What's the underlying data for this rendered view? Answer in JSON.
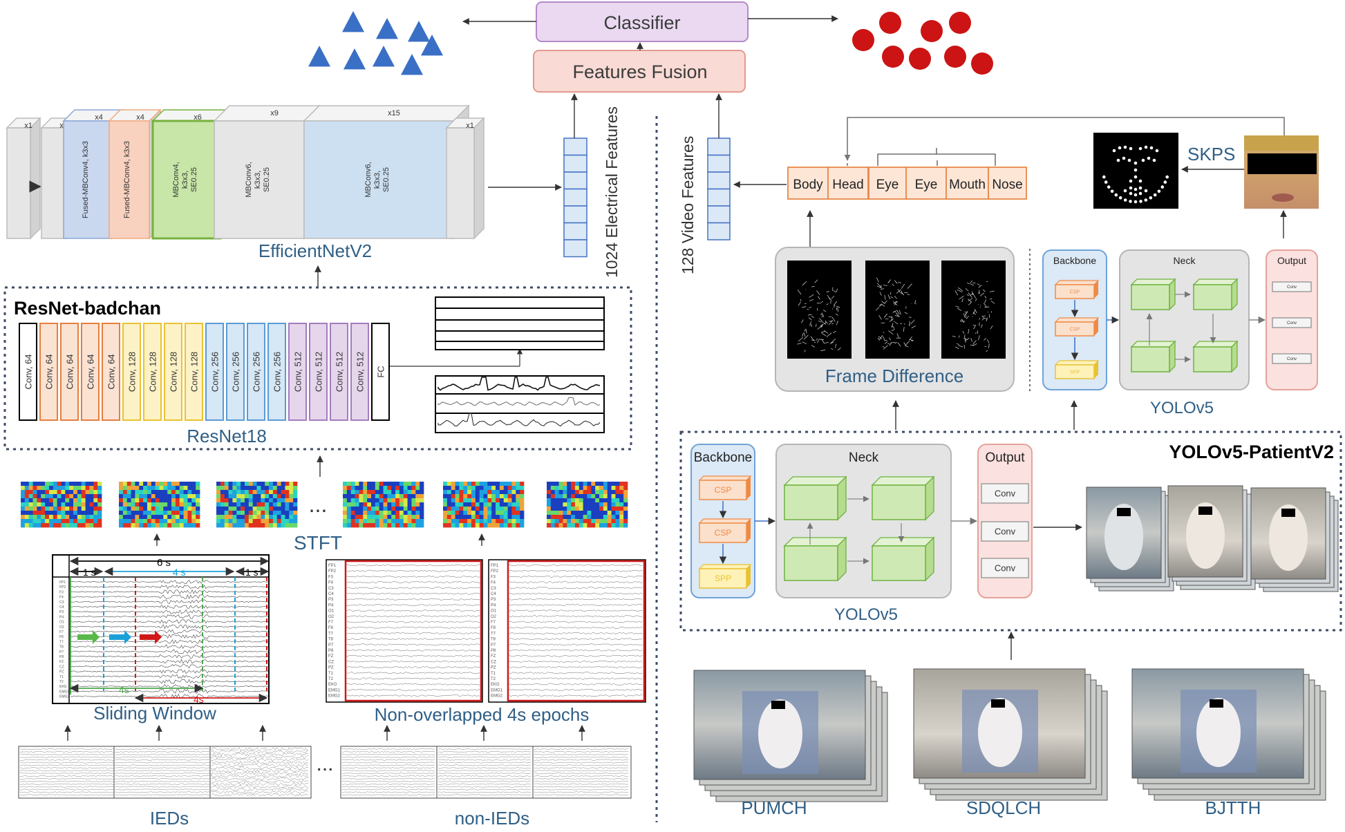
{
  "top": {
    "classifier": "Classifier",
    "fusion": "Features Fusion"
  },
  "efficientnet": {
    "title": "EfficientNetV2",
    "multipliers": [
      "x1",
      "x2",
      "x4",
      "x4",
      "x6",
      "x9",
      "x15",
      "x1"
    ],
    "blocks": [
      {
        "label": "",
        "color": "#e6e6e6"
      },
      {
        "label": "",
        "color": "#e6e6e6"
      },
      {
        "label": "Fused-MBConv4, k3x3",
        "color": "#c9d7ef"
      },
      {
        "label": "Fused-MBConv4, k3x3",
        "color": "#f8d2bf"
      },
      {
        "label": "MBConv4, k3x3, SE0.25",
        "color": "#c8e6a8"
      },
      {
        "label": "MBConv6, k3x3, SE0.25",
        "color": "#e6e6e6"
      },
      {
        "label": "MBConv6, k3x3, SE0.25",
        "color": "#cde0f1"
      },
      {
        "label": "",
        "color": "#e6e6e6"
      }
    ]
  },
  "features": {
    "electrical": "1024 Electrical Features",
    "video": "128 Video Features"
  },
  "resnet": {
    "title": "ResNet-badchan",
    "subtitle": "ResNet18",
    "layers": [
      {
        "label": "Conv, 64",
        "color": "#ffffff",
        "stroke": "#000000"
      },
      {
        "label": "Conv, 64",
        "color": "#fbe3d3",
        "stroke": "#e67e3c"
      },
      {
        "label": "Conv, 64",
        "color": "#fbe3d3",
        "stroke": "#e67e3c"
      },
      {
        "label": "Conv, 64",
        "color": "#fbe3d3",
        "stroke": "#e67e3c"
      },
      {
        "label": "Conv, 64",
        "color": "#fbe3d3",
        "stroke": "#e67e3c"
      },
      {
        "label": "Conv, 128",
        "color": "#fdf2c6",
        "stroke": "#e8c232"
      },
      {
        "label": "Conv, 128",
        "color": "#fdf2c6",
        "stroke": "#e8c232"
      },
      {
        "label": "Conv, 128",
        "color": "#fdf2c6",
        "stroke": "#e8c232"
      },
      {
        "label": "Conv, 128",
        "color": "#fdf2c6",
        "stroke": "#e8c232"
      },
      {
        "label": "Conv, 256",
        "color": "#d6e7f5",
        "stroke": "#5b9bd5"
      },
      {
        "label": "Conv, 256",
        "color": "#d6e7f5",
        "stroke": "#5b9bd5"
      },
      {
        "label": "Conv, 256",
        "color": "#d6e7f5",
        "stroke": "#5b9bd5"
      },
      {
        "label": "Conv, 256",
        "color": "#d6e7f5",
        "stroke": "#5b9bd5"
      },
      {
        "label": "Conv, 512",
        "color": "#e6d6ec",
        "stroke": "#a37cbf"
      },
      {
        "label": "Conv, 512",
        "color": "#e6d6ec",
        "stroke": "#a37cbf"
      },
      {
        "label": "Conv, 512",
        "color": "#e6d6ec",
        "stroke": "#a37cbf"
      },
      {
        "label": "Conv, 512",
        "color": "#e6d6ec",
        "stroke": "#a37cbf"
      },
      {
        "label": "FC",
        "color": "#ffffff",
        "stroke": "#000000"
      }
    ]
  },
  "eeg": {
    "stft": "STFT",
    "ellipsis": "...",
    "sliding_window": "Sliding Window",
    "non_overlapped": "Non-overlapped 4s epochs",
    "ieds": "IEDs",
    "non_ieds": "non-IEDs",
    "dim_6s": "6 s",
    "dim_1s": "1 s",
    "dim_4s": "4 s",
    "dim_4s_green": "4s",
    "dim_4s_red": "4s",
    "channels": [
      "FP1",
      "FP2",
      "F3",
      "F4",
      "C3",
      "C4",
      "P3",
      "P4",
      "O1",
      "O2",
      "F7",
      "F8",
      "T7",
      "T8",
      "P7",
      "P8",
      "FZ",
      "CZ",
      "PZ",
      "T1",
      "T2",
      "EKG",
      "EMG1",
      "EMG2"
    ]
  },
  "video": {
    "facial_parts": [
      "Body",
      "Head",
      "Eye",
      "Eye",
      "Mouth",
      "Nose"
    ],
    "skps": "SKPS",
    "frame_difference": "Frame Difference",
    "yolov5_small": {
      "backbone": "Backbone",
      "neck": "Neck",
      "output": "Output",
      "caption": "YOLOv5",
      "csp": "CSP",
      "spp": "SPP",
      "conv": "Conv"
    },
    "patient": {
      "title": "YOLOv5-PatientV2",
      "backbone": "Backbone",
      "neck": "Neck",
      "output": "Output",
      "caption": "YOLOv5",
      "csp1": "CSP",
      "csp2": "CSP",
      "spp": "SPP",
      "conv1": "Conv",
      "conv2": "Conv",
      "conv3": "Conv"
    },
    "datasets": [
      "PUMCH",
      "SDQLCH",
      "BJTTH"
    ]
  },
  "colors": {
    "triangle": "#3a6fc6",
    "circle": "#cc1414",
    "classifier_fill": "#ead9f1",
    "classifier_stroke": "#b48ac9",
    "fusion_fill": "#f9dad4",
    "fusion_stroke": "#e39a8e",
    "feature_fill": "#dbe8f6",
    "feature_stroke": "#4472c4",
    "facial_fill": "#fde6d6",
    "facial_stroke": "#e6884a",
    "dashed": "#3d4b66"
  }
}
